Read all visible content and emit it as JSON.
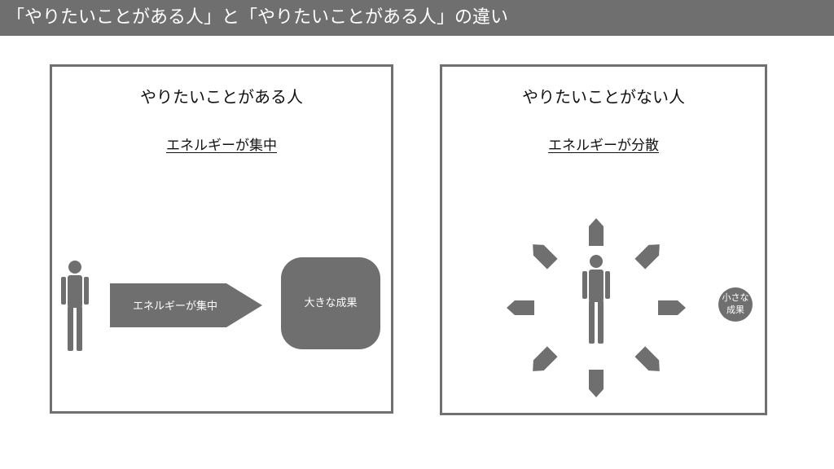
{
  "slide": {
    "title": "「やりたいことがある人」と「やりたいことがある人」の違い"
  },
  "left_panel": {
    "heading": "やりたいことがある人",
    "subheading": "エネルギーが集中",
    "arrow_label": "エネルギーが集中",
    "result_label": "大きな成果"
  },
  "right_panel": {
    "heading": "やりたいことがない人",
    "subheading": "エネルギーが分散",
    "result_label_line1": "小さな",
    "result_label_line2": "成果",
    "scattered_arrow_count": 8
  },
  "colors": {
    "title_bar": "#6f6f6f",
    "shape_fill": "#6f6f6f",
    "panel_border": "#707070",
    "text": "#111111",
    "shape_text": "#ffffff"
  }
}
